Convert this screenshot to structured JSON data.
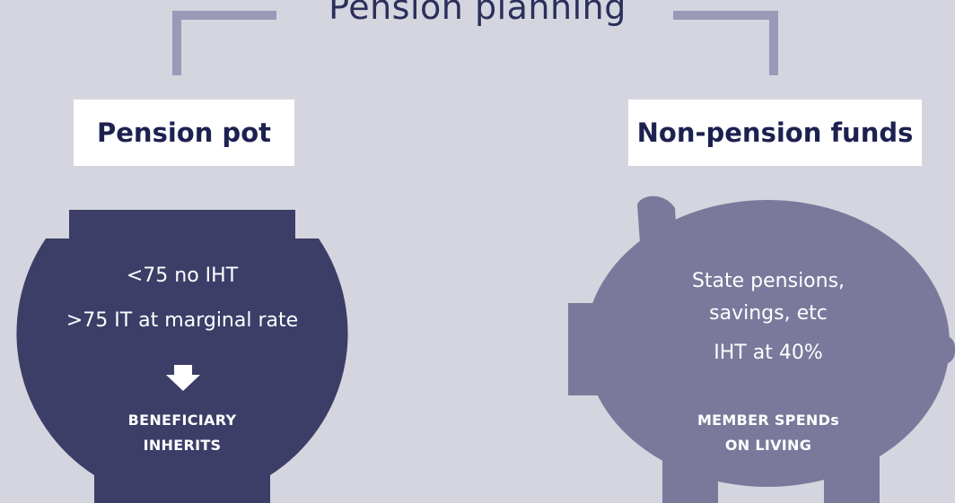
{
  "title": "Pension planning",
  "pension_pot": {
    "label": "Pension pot",
    "rule_under_75": "<75 no IHT",
    "rule_over_75": ">75 IT at marginal rate",
    "outcome_line1": "BENEFICIARY",
    "outcome_line2": "INHERITS"
  },
  "non_pension": {
    "label": "Non-pension funds",
    "desc_line1": "State pensions,",
    "desc_line2": "savings, etc",
    "tax": "IHT at 40%",
    "outcome_line1": "MEMBER SPENDs",
    "outcome_line2": "ON LIVING"
  },
  "colors": {
    "background": "#d5d5df",
    "bracket": "#9a99b8",
    "pot": "#3c3e68",
    "pig": "#7a799c",
    "title_text": "#2a2f5b"
  }
}
